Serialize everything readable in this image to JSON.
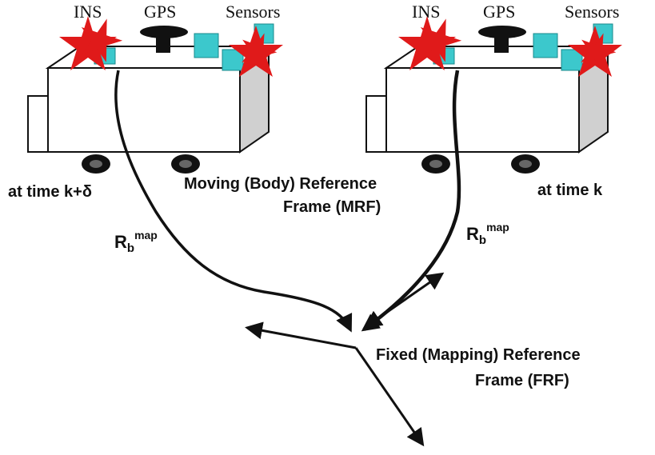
{
  "vehicle_labels": {
    "ins": "INS",
    "gps": "GPS",
    "sensors": "Sensors"
  },
  "time_left": "at time k+δ",
  "time_right": "at time k",
  "mrf": {
    "line1": "Moving (Body) Reference",
    "line2": "Frame (MRF)"
  },
  "frf": {
    "line1": "Fixed (Mapping) Reference",
    "line2": "Frame (FRF)"
  },
  "rotation": {
    "base": "R",
    "sub": "b",
    "sup": "map"
  },
  "colors": {
    "star": "#e01a1a",
    "sensor_box": "#3cc8cc",
    "outline": "#111111"
  }
}
